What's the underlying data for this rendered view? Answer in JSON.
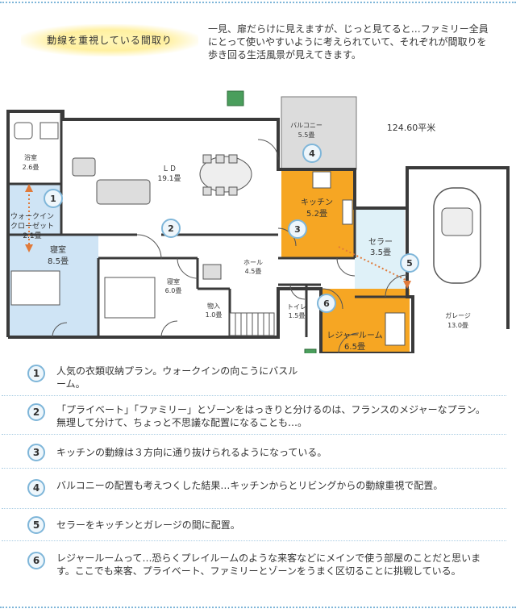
{
  "header": {
    "title": "動線を重視している間取り",
    "intro": "一見、扉だらけに見えますが、じっと見てると…ファミリー全員にとって使いやすいように考えられていて、それぞれが間取りを歩き回る生活風景が見えてきます。"
  },
  "plan": {
    "total_area": "124.60平米",
    "rooms": {
      "balcony": "バルコニー",
      "balcony_size": "5.5畳",
      "bath": "浴室",
      "bath_size": "2.6畳",
      "ld": "ＬＤ",
      "ld_size": "19.1畳",
      "kitchen": "キッチン",
      "kitchen_size": "5.2畳",
      "walkin": "ウォークイン",
      "walkin2": "クローゼット",
      "walkin_size": "2.1畳",
      "bedroom": "寝室",
      "bedroom_size": "8.5畳",
      "bedroom2": "寝室",
      "bedroom2_size": "6.0畳",
      "hall": "ホール",
      "hall_size": "4.5畳",
      "storage": "物入",
      "storage_size": "1.0畳",
      "toilet": "トイレ",
      "toilet_size": "1.5畳",
      "cellar": "セラー",
      "cellar_size": "3.5畳",
      "garage": "ガレージ",
      "garage_size": "13.0畳",
      "leisure": "レジャールーム",
      "leisure_size": "6.5畳"
    },
    "markers": [
      "1",
      "2",
      "3",
      "4",
      "5",
      "6"
    ]
  },
  "notes": [
    {
      "num": "1",
      "text": "人気の衣類収納プラン。ウォークインの向こうにバスルーム。"
    },
    {
      "num": "2",
      "text": "「プライベート」「ファミリー」とゾーンをはっきりと分けるのは、フランスのメジャーなプラン。無理して分けて、ちょっと不思議な配置になることも…。"
    },
    {
      "num": "3",
      "text": "キッチンの動線は３方向に通り抜けられるようになっている。"
    },
    {
      "num": "4",
      "text": "バルコニーの配置も考えつくした結果…キッチンからとリビングからの動線重視で配置。"
    },
    {
      "num": "5",
      "text": "セラーをキッチンとガレージの間に配置。"
    },
    {
      "num": "6",
      "text": "レジャールームって…恐らくプレイルームのような来客などにメインで使う部屋のことだと思います。ここでも来客、プライベート、ファミリーとゾーンをうまく区切ることに挑戦している。"
    }
  ],
  "colors": {
    "wall": "#3a3a3a",
    "bedroom_fill": "#cfe4f5",
    "kitchen_fill": "#f6a623",
    "leisure_fill": "#f6a623",
    "cellar_fill": "#dff1f8",
    "balcony_fill": "#dcdcdc",
    "marker_border": "#7fb6d9"
  }
}
